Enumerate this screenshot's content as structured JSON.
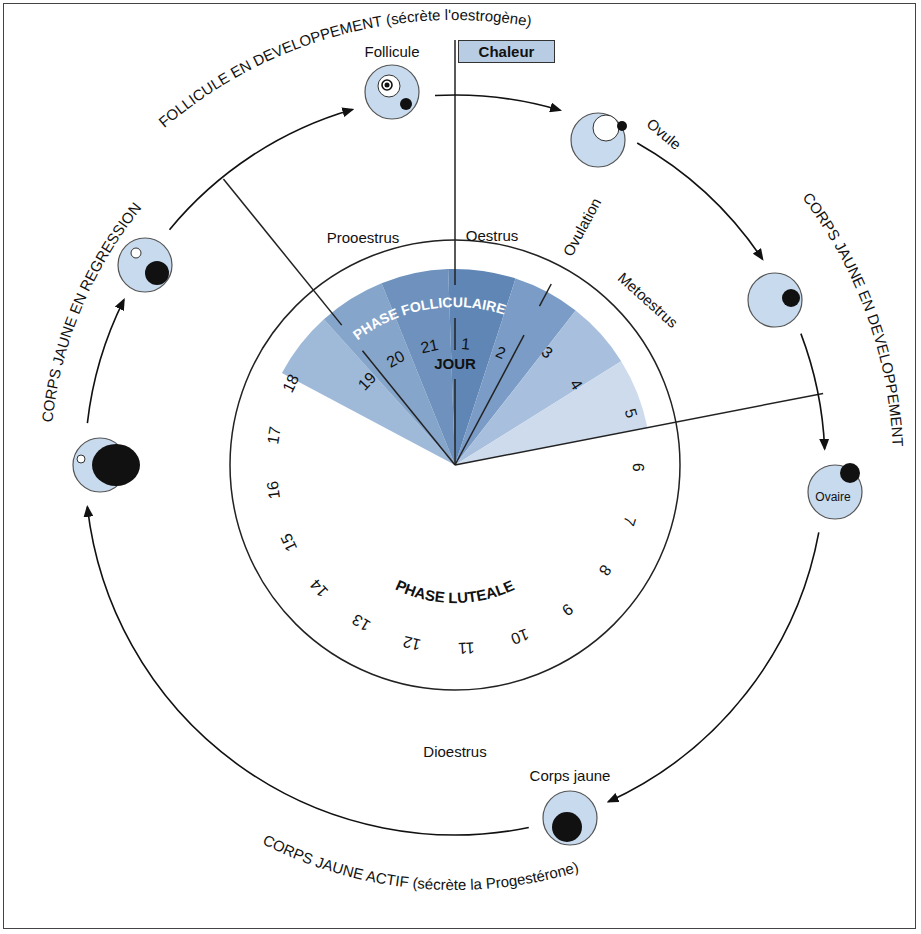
{
  "diagram": {
    "nodes": [
      {
        "text": [
          "Follicule"
        ]
      },
      {
        "text": [
          "Chaleur"
        ]
      },
      {
        "text": [
          "Ovule"
        ]
      },
      {
        "text": [
          "Ovaire"
        ]
      },
      {
        "text": [
          "Corps jaune"
        ]
      }
    ],
    "labels": [
      "FOLLICULE EN DEVELOPPEMENT (sécrète l'oestrogène)",
      "CORPS JAUNE EN DEVELOPPEMENT",
      "CORPS JAUNE ACTIF (sécrète la Progestérone)",
      "CORPS JAUNE EN REGRESSION",
      "Prooestrus",
      "Oestrus",
      "Ovulation",
      "Metoestrus",
      "Dioestrus",
      "PHASE FOLLICULAIRE",
      "JOUR",
      "PHASE LUTEALE",
      "1",
      "2",
      "3",
      "4",
      "5",
      "6",
      "7",
      "8",
      "9",
      "10",
      "11",
      "12",
      "13",
      "14",
      "15",
      "16",
      "17",
      "18",
      "19",
      "20",
      "21"
    ]
  }
}
